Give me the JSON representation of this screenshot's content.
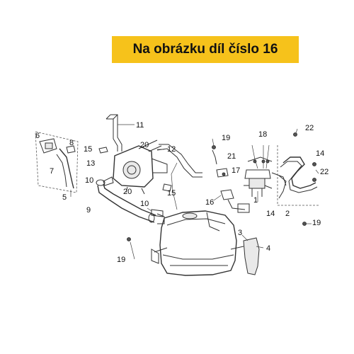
{
  "banner": {
    "text": "Na obrázku díl číslo 16",
    "color": "#f6c21b"
  },
  "callouts": {
    "c1": "1",
    "c2": "2",
    "c3": "3",
    "c4": "4",
    "c5": "5",
    "c6": "6",
    "c7": "7",
    "c8": "8",
    "c9": "9",
    "c10a": "10",
    "c10b": "10",
    "c11": "11",
    "c12": "12",
    "c13": "13",
    "c14a": "14",
    "c14b": "14",
    "c15a": "15",
    "c15b": "15",
    "c16": "16",
    "c17": "17",
    "c18": "18",
    "c19a": "19",
    "c19b": "19",
    "c19c": "19",
    "c20a": "20",
    "c20b": "20",
    "c21": "21",
    "c22a": "22",
    "c22b": "22"
  }
}
